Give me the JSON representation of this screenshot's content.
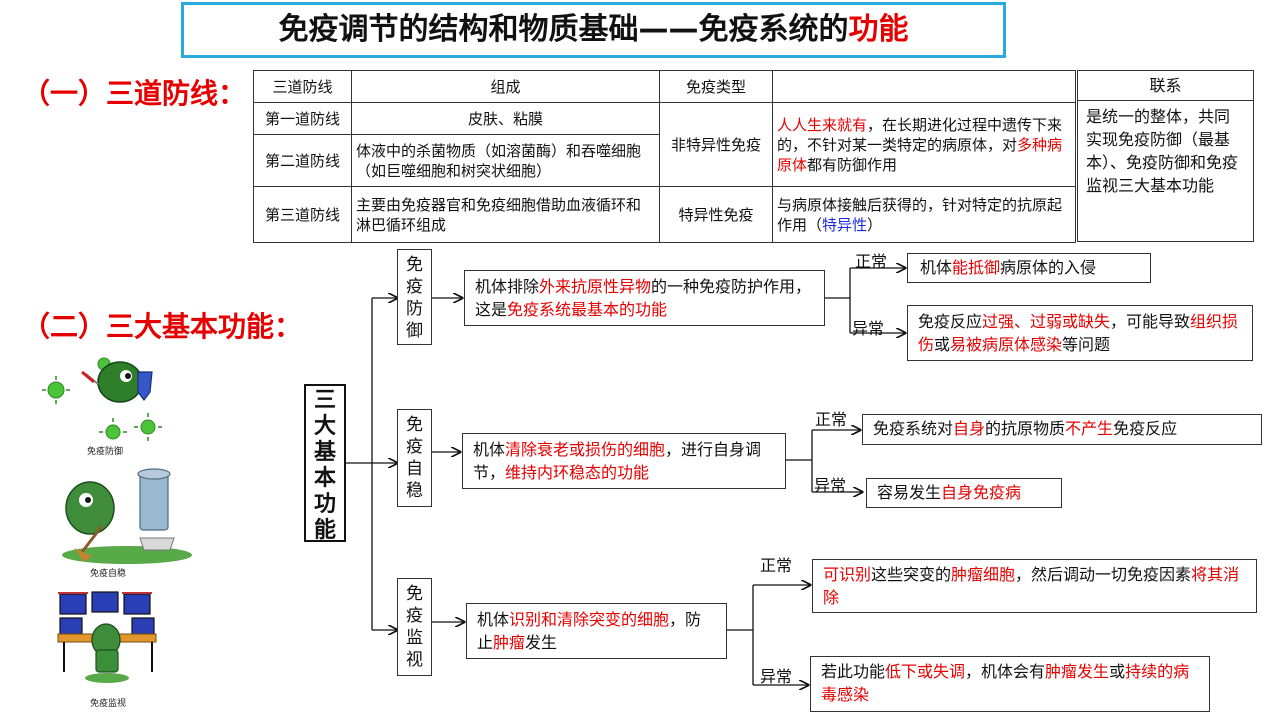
{
  "title": {
    "prefix": "免疫调节的结构和物质基础——免疫系统的",
    "highlight": "功能"
  },
  "section1_heading": "（一）三道防线：",
  "section2_heading": "（二）三大基本功能：",
  "table": {
    "headers": [
      "三道防线",
      "组成",
      "免疫类型",
      ""
    ],
    "rows": [
      {
        "line": "第一道防线",
        "composition": "皮肤、粘膜"
      },
      {
        "line": "第二道防线",
        "composition": "体液中的杀菌物质（如溶菌酶）和吞噬细胞（如巨噬细胞和树突状细胞）"
      },
      {
        "line": "第三道防线",
        "composition": "主要由免疫器官和免疫细胞借助血液循环和淋巴循环组成"
      }
    ],
    "nonspecific_type": "非特异性免疫",
    "nonspecific_desc": {
      "red1": "人人生来就有",
      "text1": "，在长期进化过程中遗传下来的，不针对某一类特定的病原体，对",
      "red2": "多种病原体",
      "text2": "都有防御作用"
    },
    "specific_type": "特异性免疫",
    "specific_desc": {
      "text1": "与病原体接触后获得的，针对特定的抗原起作用（",
      "blue": "特异性",
      "text2": "）"
    }
  },
  "link": {
    "header": "联系",
    "body": "是统一的整体，共同实现免疫防御（最基本）、免疫防御和免疫监视三大基本功能"
  },
  "center_label": "三大基本功能",
  "functions": [
    {
      "name": "免疫防御",
      "desc": {
        "t1": "机体排除",
        "r1": "外来抗原性异物",
        "t2": "的一种免疫防护作用，这是",
        "r2": "免疫系统最基本的功能"
      },
      "normal_label": "正常",
      "normal": {
        "t1": "机体",
        "r1": "能抵御",
        "t2": "病原体的入侵"
      },
      "abnormal_label": "异常",
      "abnormal": {
        "t1": "免疫反应",
        "r1": "过强、过弱或缺失",
        "t2": "，可能导致",
        "r2": "组织损伤",
        "t3": "或",
        "r3": "易被病原体感染",
        "t4": "等问题"
      }
    },
    {
      "name": "免疫自稳",
      "desc": {
        "t1": "机体",
        "r1": "清除衰老或损伤的细胞",
        "t2": "，进行自身调节，",
        "r2": "维持内环稳态的功能"
      },
      "normal_label": "正常",
      "normal": {
        "t1": "免疫系统对",
        "r1": "自身",
        "t2": "的抗原物质",
        "r2": "不产生",
        "t3": "免疫反应"
      },
      "abnormal_label": "异常",
      "abnormal": {
        "t1": "容易发生",
        "r1": "自身免疫病"
      }
    },
    {
      "name": "免疫监视",
      "desc": {
        "t1": "机体",
        "r1": "识别和清除突变的细胞",
        "t2": "，防止",
        "r2": "肿瘤",
        "t3": "发生"
      },
      "normal_label": "正常",
      "normal": {
        "r1": "可识别",
        "t1": "这些突变的",
        "r2": "肿瘤细胞",
        "t2": "，然后调动一切免疫因素",
        "r3": "将其消除"
      },
      "abnormal_label": "异常",
      "abnormal": {
        "t1": "若此功能",
        "r1": "低下或失调",
        "t2": "，机体会有",
        "r2": "肿瘤发生",
        "t3": "或",
        "r3": "持续的病毒感染"
      }
    }
  ],
  "illustrations": [
    {
      "caption": "免疫防御",
      "icon": "macrophage-shield-virus-icon"
    },
    {
      "caption": "免疫自稳",
      "icon": "macrophage-broom-trash-icon"
    },
    {
      "caption": "免疫监视",
      "icon": "macrophage-monitors-icon"
    }
  ],
  "colors": {
    "accent": "#e60000",
    "title_border": "#2aa9e0",
    "highlight_blue": "#1a2cd9"
  }
}
